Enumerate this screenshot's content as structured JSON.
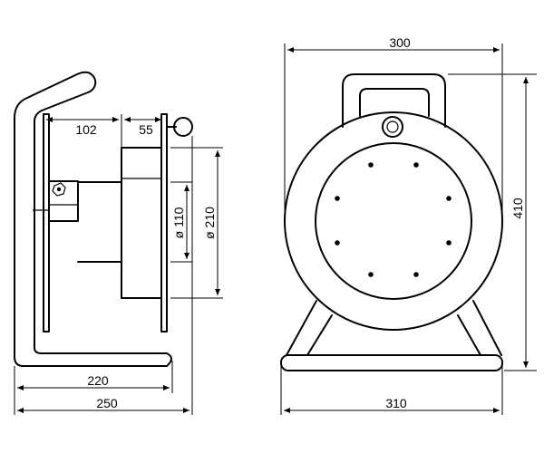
{
  "side_view": {
    "dim_102": "102",
    "dim_55": "55",
    "dim_110": "ø 110",
    "dim_210": "ø 210",
    "dim_220": "220",
    "dim_250": "250"
  },
  "front_view": {
    "dim_300": "300",
    "dim_410": "410",
    "dim_310": "310"
  }
}
